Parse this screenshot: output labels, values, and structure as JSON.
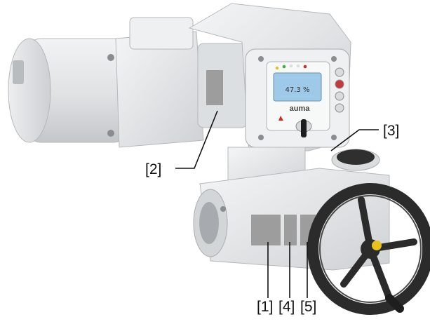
{
  "figure": {
    "callouts": [
      {
        "id": "1",
        "label": "[1]"
      },
      {
        "id": "2",
        "label": "[2]"
      },
      {
        "id": "3",
        "label": "[3]"
      },
      {
        "id": "4",
        "label": "[4]"
      },
      {
        "id": "5",
        "label": "[5]"
      }
    ],
    "display": {
      "position_value": "47.3 %",
      "brand": "auma"
    },
    "colors": {
      "housing": "#e4e6e8",
      "housing_shadow": "#c6c9cc",
      "nameplate": "#9d9d9d",
      "handwheel": "#2b2b2b",
      "lcd": "#9ec9e8",
      "knob": "#e8c21a"
    }
  }
}
